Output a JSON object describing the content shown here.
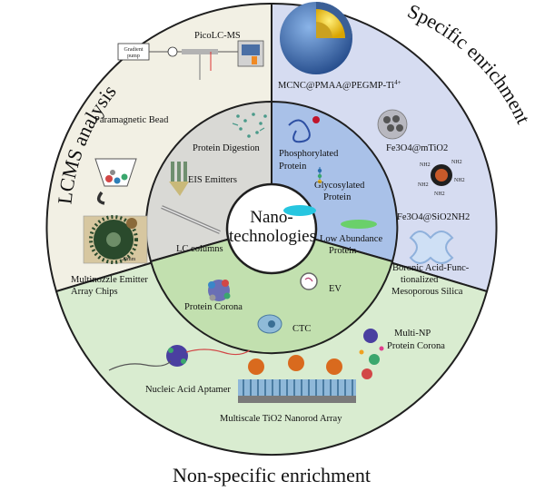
{
  "center": {
    "line1": "Nano-",
    "line2": "technologies"
  },
  "outer": {
    "left_title": "LCMS analysis",
    "right_title": "Specific enrichment",
    "bottom_title": "Non-specific enrichment"
  },
  "lcms": {
    "picolc": "PicoLC-MS",
    "gradient_pump_line1": "Gradient",
    "gradient_pump_line2": "pump",
    "paramagnetic": "Paramagnetic Bead",
    "multinozzle_line1": "Multinozzle Emitter",
    "multinozzle_line2": "Array Chips",
    "scale": "20mm",
    "protein_digestion": "Protein Digestion",
    "eis_emitters": "EIS  Emitters",
    "lc_columns": "LC columns"
  },
  "specific": {
    "mcnc": "MCNC@PMAA@PEGMP-Ti",
    "mcnc_sup": "4+",
    "fe3o4_mtio2": "Fe3O4@mTiO2",
    "fe3o4_sio2nh2": "Fe3O4@SiO2NH2",
    "boronic_line1": "Boronic Acid-Func-",
    "boronic_line2": "tionalized",
    "boronic_line3": "Mesoporous Silica",
    "phospho_line1": "Phosphorylated",
    "phospho_line2": "Protein",
    "glyco_line1": "Glycosylated",
    "glyco_line2": "Protein",
    "low_line1": "Low Abundance",
    "low_line2": "Protein",
    "nh2": "NH2"
  },
  "nonspecific": {
    "ev": "EV",
    "protein_corona": "Protein Corona",
    "ctc": "CTC",
    "multi_np_line1": "Multi-NP",
    "multi_np_line2": "Protein Corona",
    "nucleic": "Nucleic Acid Aptamer",
    "nanorod": "Multiscale TiO2 Nanorod Array"
  },
  "colors": {
    "lcms_outer": "#f2f0e4",
    "lcms_inner": "#d9d9d5",
    "specific_outer": "#d6dcf1",
    "specific_inner": "#a9c1e8",
    "nonspec_outer": "#d9ecd0",
    "nonspec_inner": "#c2e0af",
    "stroke": "#1f1f1f"
  }
}
